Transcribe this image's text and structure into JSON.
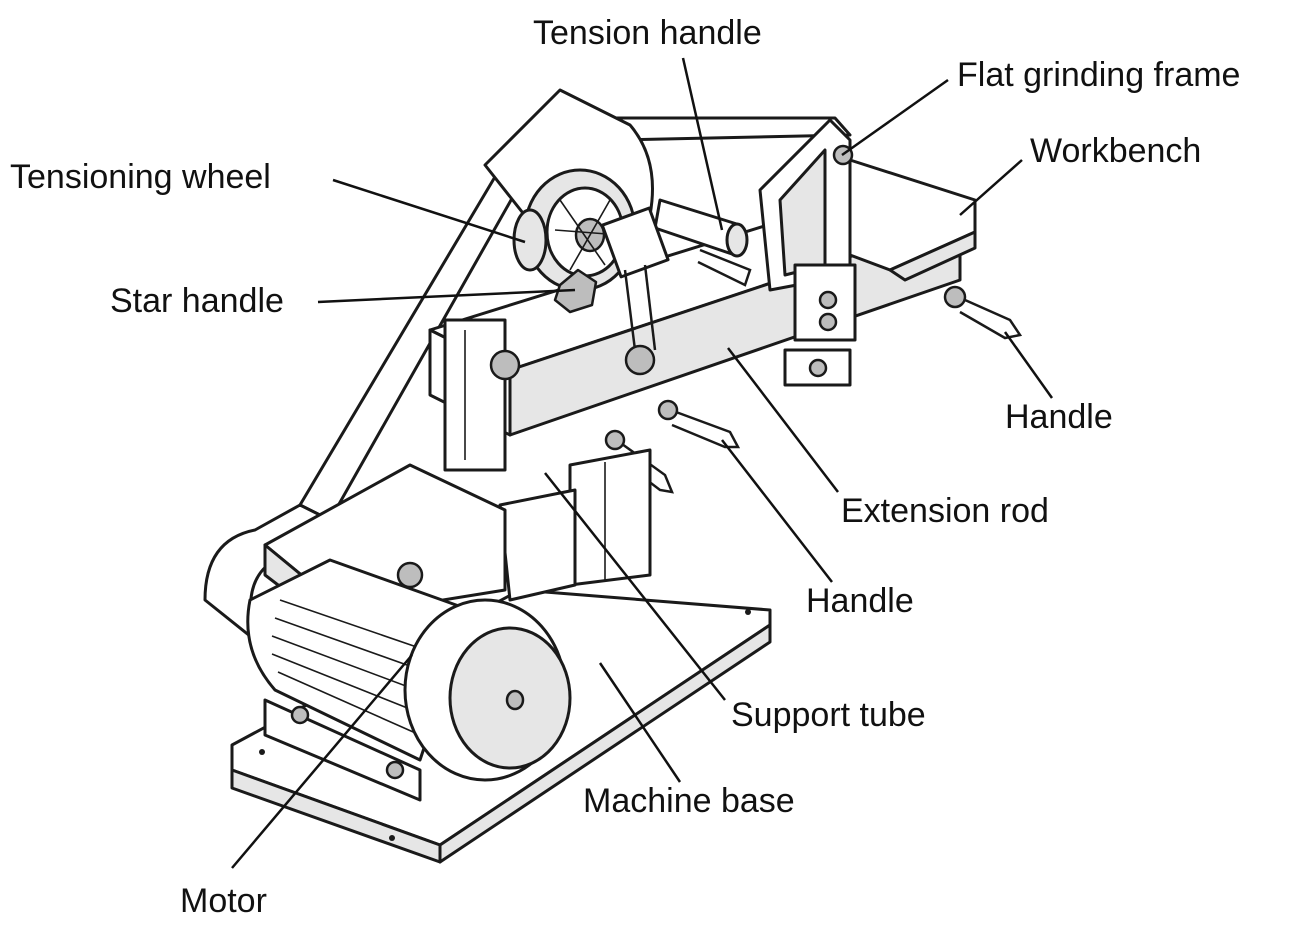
{
  "diagram": {
    "labels": {
      "tension_handle": "Tension handle",
      "flat_grinding_frame": "Flat grinding frame",
      "workbench": "Workbench",
      "tensioning_wheel": "Tensioning wheel",
      "star_handle": "Star handle",
      "handle_right": "Handle",
      "extension_rod": "Extension rod",
      "handle_lower": "Handle",
      "support_tube": "Support tube",
      "machine_base": "Machine base",
      "motor": "Motor"
    }
  }
}
